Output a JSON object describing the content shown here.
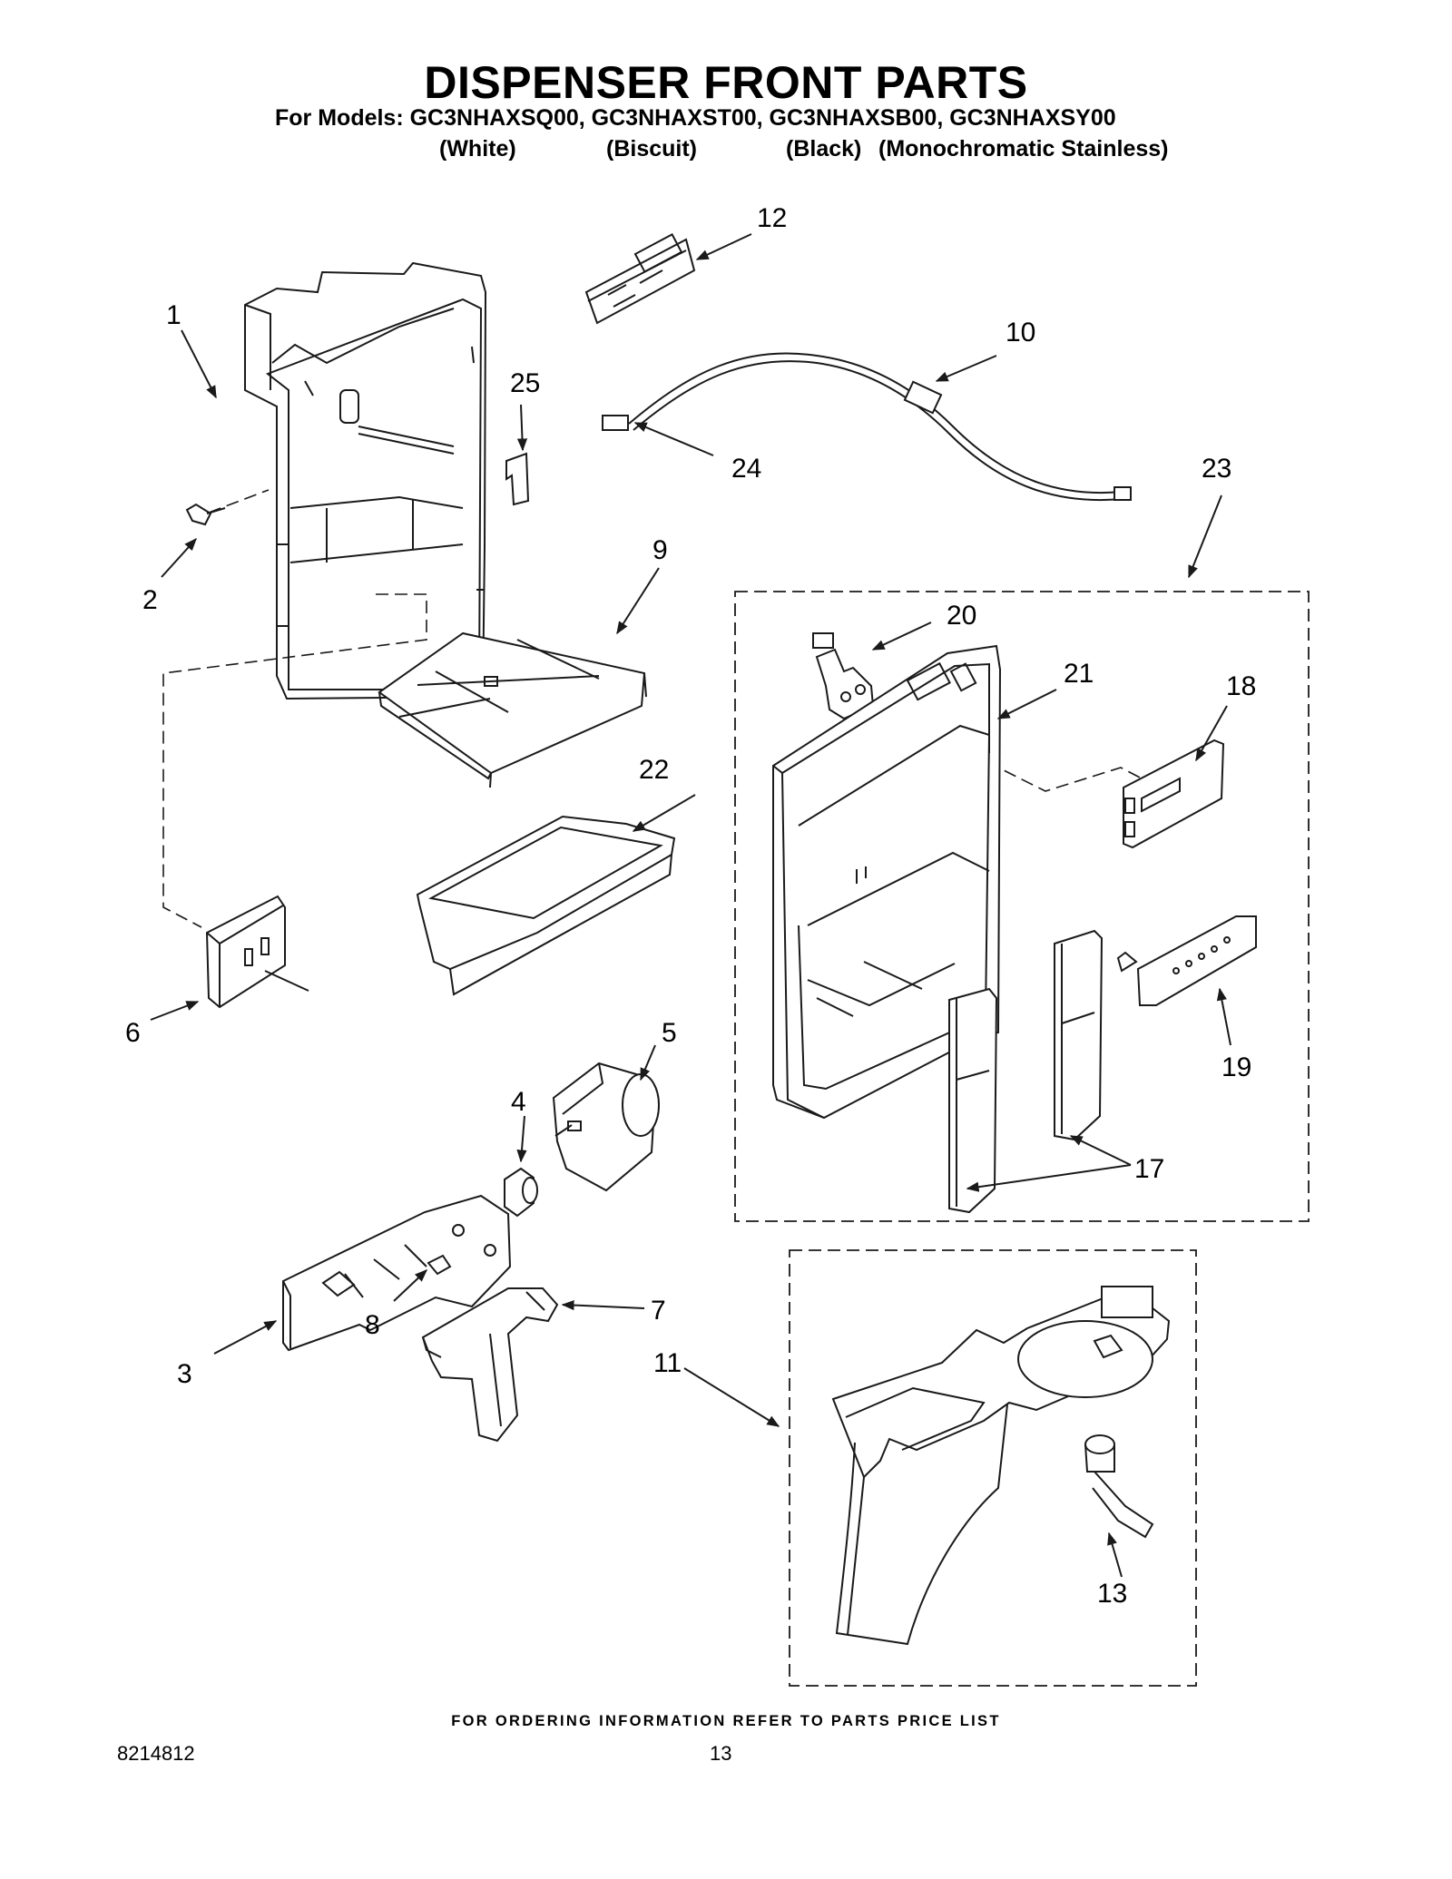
{
  "header": {
    "title": "DISPENSER FRONT PARTS",
    "models_line": "For Models: GC3NHAXSQ00, GC3NHAXST00, GC3NHAXSB00, GC3NHAXSY00",
    "variants": [
      "(White)",
      "(Biscuit)",
      "(Black)",
      "(Monochromatic Stainless)"
    ]
  },
  "callouts": {
    "c1": "1",
    "c2": "2",
    "c3": "3",
    "c4": "4",
    "c5": "5",
    "c6": "6",
    "c7": "7",
    "c8": "8",
    "c9": "9",
    "c10": "10",
    "c11": "11",
    "c12": "12",
    "c13": "13",
    "c17": "17",
    "c18": "18",
    "c19": "19",
    "c20": "20",
    "c21": "21",
    "c22": "22",
    "c23": "23",
    "c24": "24",
    "c25": "25"
  },
  "footer": {
    "ordering_note": "FOR ORDERING INFORMATION REFER TO PARTS PRICE LIST",
    "document_number": "8214812",
    "page_number": "13"
  },
  "colors": {
    "ink": "#1a1a1a",
    "fill": "#ffffff",
    "shade": "#cfcfcf"
  }
}
